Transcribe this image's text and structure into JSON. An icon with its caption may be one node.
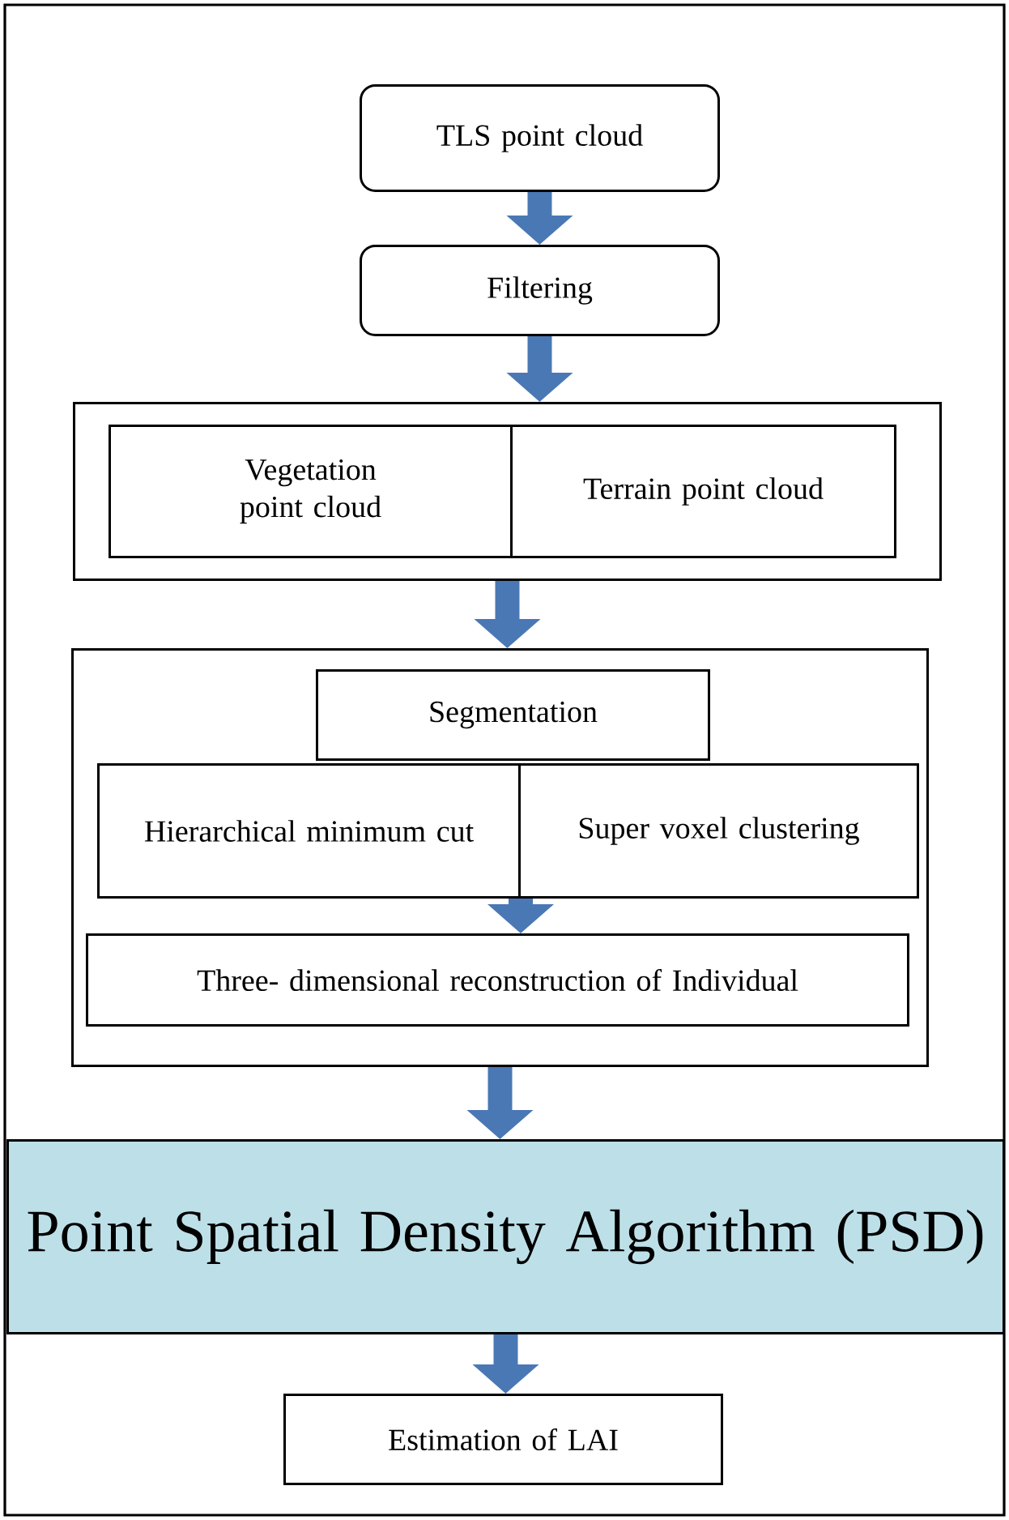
{
  "diagram": {
    "nodes": [
      {
        "text": [
          "TLS point cloud"
        ]
      },
      {
        "text": [
          "Filtering"
        ]
      },
      {
        "text": [],
        "shape": "box"
      },
      {
        "text": [
          "Vegetation point cloud"
        ],
        "in": 2
      },
      {
        "text": [
          "Terrain point cloud"
        ],
        "in": 2
      },
      {
        "text": [],
        "shape": "box"
      },
      {
        "text": [
          "Segmentation"
        ],
        "in": 5
      },
      {
        "text": [
          "Hierarchical minimum cut"
        ],
        "in": 5
      },
      {
        "text": [
          "Super voxel clustering"
        ],
        "in": 5
      },
      {
        "text": [
          "Three- dimensional reconstruction of Individual"
        ],
        "in": 5
      },
      {
        "text": [
          "Point Spatial Density Algorithm (PSD)"
        ]
      },
      {
        "text": [
          "Estimation of LAI"
        ]
      }
    ],
    "edges": [
      {
        "from": 0,
        "to": 1,
        "arrow": "to"
      },
      {
        "from": 1,
        "to": 2,
        "arrow": "to"
      },
      {
        "from": 2,
        "to": 5,
        "arrow": "to"
      },
      {
        "from": 7,
        "to": 9,
        "arrow": "to"
      },
      {
        "from": 8,
        "to": 9,
        "arrow": "to"
      },
      {
        "from": 5,
        "to": 10,
        "arrow": "to"
      },
      {
        "from": 10,
        "to": 11,
        "arrow": "to"
      }
    ]
  }
}
